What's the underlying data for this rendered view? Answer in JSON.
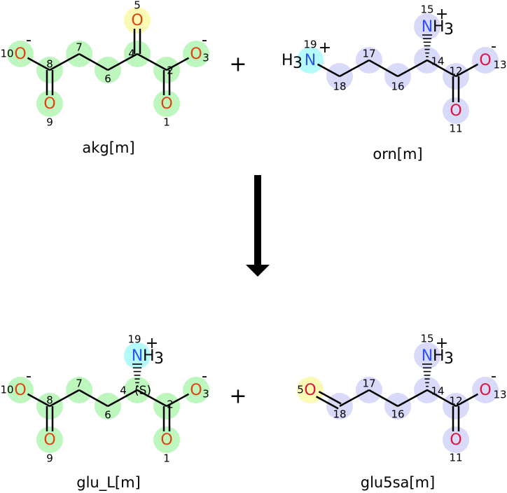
{
  "colors": {
    "highlight_green": "#bdf7bd",
    "highlight_yellow": "#fafab4",
    "highlight_lavender": "#d9d9fa",
    "highlight_cyan": "#b4fafa",
    "oxygen_orange": "#e0420e",
    "oxygen_red": "#dc143c",
    "nitrogen_blue": "#3050f8",
    "bond": "#000000"
  },
  "reaction": {
    "plus_sign": "+",
    "arrow_icon": "down-arrow"
  },
  "molecules": [
    {
      "name": "akg[m]",
      "atoms": [
        {
          "num": "10",
          "element": "O",
          "charge": "-"
        },
        {
          "num": "8",
          "element": ""
        },
        {
          "num": "7",
          "element": ""
        },
        {
          "num": "6",
          "element": ""
        },
        {
          "num": "4",
          "element": ""
        },
        {
          "num": "2",
          "element": ""
        },
        {
          "num": "3",
          "element": "O",
          "charge": "-"
        },
        {
          "num": "9",
          "element": "O"
        },
        {
          "num": "1",
          "element": "O"
        },
        {
          "num": "5",
          "element": "O"
        }
      ]
    },
    {
      "name": "orn[m]",
      "atoms": [
        {
          "num": "19",
          "element": "N",
          "hydrogens": "H",
          "h_count": "3",
          "charge": "+"
        },
        {
          "num": "18",
          "element": ""
        },
        {
          "num": "17",
          "element": ""
        },
        {
          "num": "16",
          "element": ""
        },
        {
          "num": "14",
          "element": ""
        },
        {
          "num": "12",
          "element": ""
        },
        {
          "num": "13",
          "element": "O",
          "charge": "-"
        },
        {
          "num": "11",
          "element": "O"
        },
        {
          "num": "15",
          "element": "N",
          "hydrogens": "H",
          "h_count": "3",
          "charge": "+"
        }
      ]
    },
    {
      "name": "glu_L[m]",
      "stereo_label": "(S)",
      "atoms": [
        {
          "num": "10",
          "element": "O",
          "charge": "-"
        },
        {
          "num": "8",
          "element": ""
        },
        {
          "num": "7",
          "element": ""
        },
        {
          "num": "6",
          "element": ""
        },
        {
          "num": "4",
          "element": ""
        },
        {
          "num": "2",
          "element": ""
        },
        {
          "num": "3",
          "element": "O",
          "charge": "-"
        },
        {
          "num": "9",
          "element": "O"
        },
        {
          "num": "1",
          "element": "O"
        },
        {
          "num": "19",
          "element": "N",
          "hydrogens": "H",
          "h_count": "3",
          "charge": "+"
        }
      ]
    },
    {
      "name": "glu5sa[m]",
      "atoms": [
        {
          "num": "5",
          "element": "O"
        },
        {
          "num": "18",
          "element": ""
        },
        {
          "num": "17",
          "element": ""
        },
        {
          "num": "16",
          "element": ""
        },
        {
          "num": "14",
          "element": ""
        },
        {
          "num": "12",
          "element": ""
        },
        {
          "num": "13",
          "element": "O",
          "charge": "-"
        },
        {
          "num": "11",
          "element": "O"
        },
        {
          "num": "15",
          "element": "N",
          "hydrogens": "H",
          "h_count": "3",
          "charge": "+"
        }
      ]
    }
  ]
}
